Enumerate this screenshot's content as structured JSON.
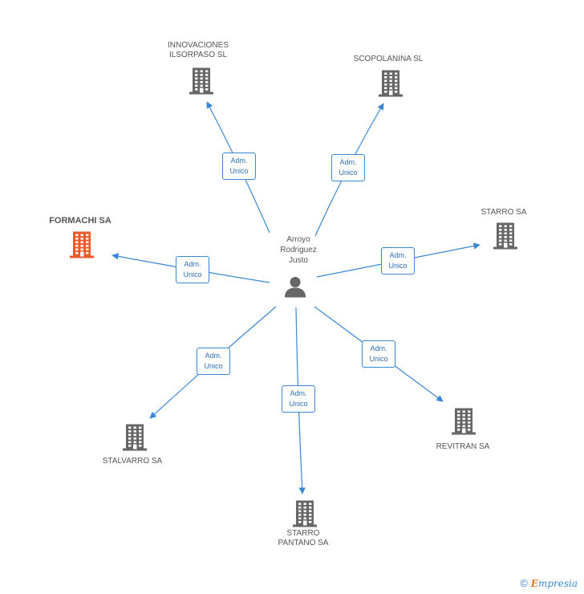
{
  "center": {
    "name": "Arroyo\nRodriguez\nJusto",
    "icon": "person-icon"
  },
  "colors": {
    "edge": "#3a87d8",
    "building": "#666666",
    "highlight_building": "#f0582a",
    "label_text": "#555555"
  },
  "nodes": [
    {
      "id": "innovaciones",
      "label": "INNOVACIONES\nILSORPASO SL",
      "icon": "building-icon",
      "highlight": false,
      "relation": [
        "Adm.",
        "Unico"
      ]
    },
    {
      "id": "scopolanina",
      "label": "SCOPOLANINA SL",
      "icon": "building-icon",
      "highlight": false,
      "relation": [
        "Adm.",
        "Unico"
      ]
    },
    {
      "id": "starro",
      "label": "STARRO SA",
      "icon": "building-icon",
      "highlight": false,
      "relation": [
        "Adm.",
        "Unico"
      ]
    },
    {
      "id": "formachi",
      "label": "FORMACHI SA",
      "icon": "building-icon",
      "highlight": true,
      "relation": [
        "Adm.",
        "Unico"
      ]
    },
    {
      "id": "revitran",
      "label": "REVITRAN SA",
      "icon": "building-icon",
      "highlight": false,
      "relation": [
        "Adm.",
        "Unico"
      ]
    },
    {
      "id": "stalvarro",
      "label": "STALVARRO SA",
      "icon": "building-icon",
      "highlight": false,
      "relation": [
        "Adm.",
        "Unico"
      ]
    },
    {
      "id": "starro-pantano",
      "label": "STARRO\nPANTANO SA",
      "icon": "building-icon",
      "highlight": false,
      "relation": [
        "Adm.",
        "Unico"
      ]
    }
  ],
  "footer": {
    "copyright": "©",
    "brand_first": "E",
    "brand_rest": "mpresia"
  }
}
